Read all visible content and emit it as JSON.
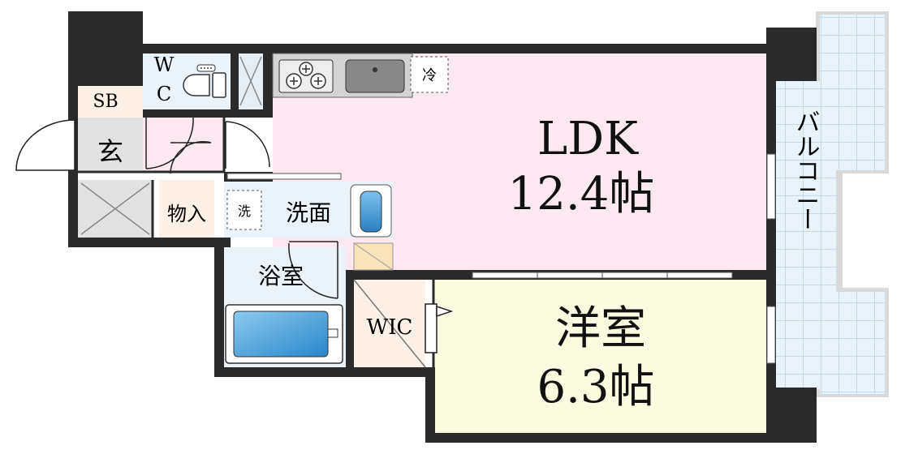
{
  "rooms": {
    "ldk": {
      "name": "LDK",
      "size": "12.4帖"
    },
    "western": {
      "name": "洋室",
      "size": "6.3帖"
    },
    "toilet": {
      "label_top": "W",
      "label_bottom": "C"
    },
    "shoe_box": {
      "label": "SB"
    },
    "entrance": {
      "label": "玄"
    },
    "storage": {
      "label": "物入"
    },
    "washroom": {
      "label": "洗面"
    },
    "washer": {
      "label": "洗"
    },
    "bath": {
      "label": "浴室"
    },
    "wic": {
      "label": "WIC"
    },
    "fridge": {
      "label": "冷"
    },
    "balcony": {
      "label": "バルコニー"
    }
  },
  "colors": {
    "wall": "#2a2a2a",
    "ldk_floor": "#fbe8f1",
    "western_floor": "#fbfbe2",
    "wet_floor": "#eaf2fa",
    "storage_floor": "#fdf0e6",
    "balcony_grid": "#bcd2e6",
    "fixture_blue": "#2f8fd0"
  }
}
